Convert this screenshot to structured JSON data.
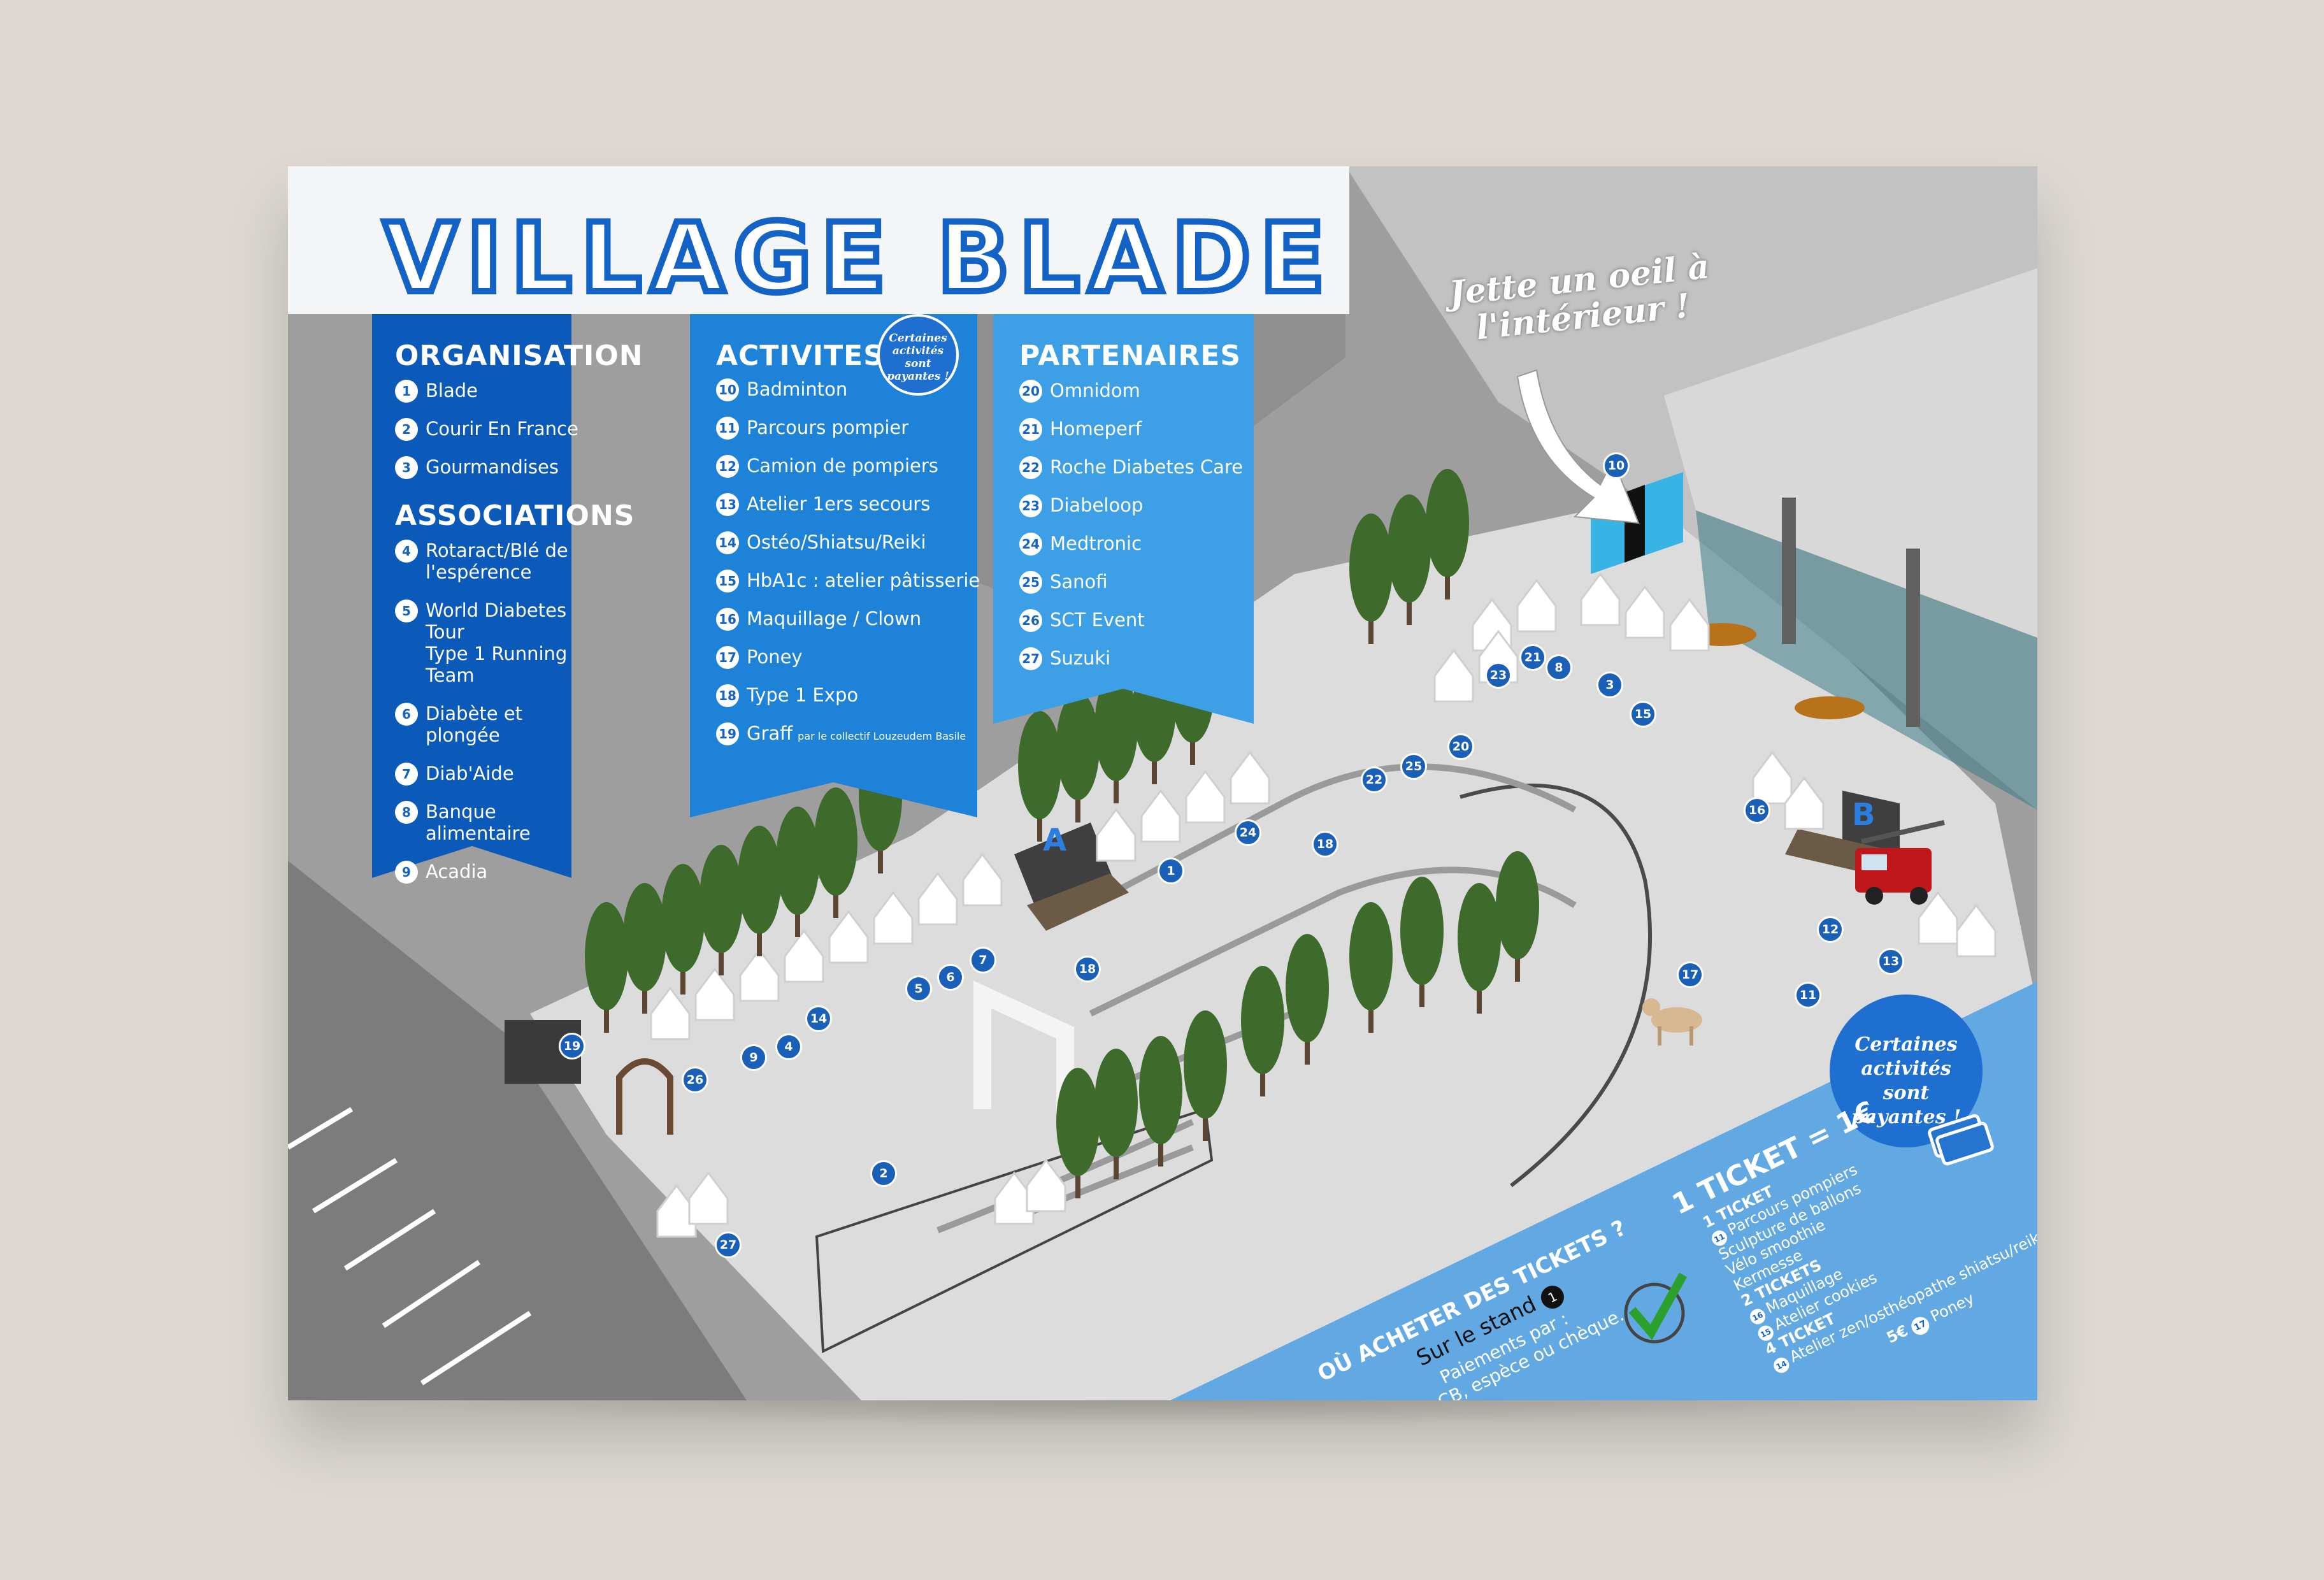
{
  "title": "VILLAGE BLADE",
  "tagline": "Jette un oeil à l'intérieur !",
  "organisation": {
    "heading": "ORGANISATION",
    "items": [
      {
        "n": "1",
        "label": "Blade"
      },
      {
        "n": "2",
        "label": "Courir En France"
      },
      {
        "n": "3",
        "label": "Gourmandises"
      }
    ]
  },
  "associations": {
    "heading": "ASSOCIATIONS",
    "items": [
      {
        "n": "4",
        "label": "Rotaract/Blé de l'espérence"
      },
      {
        "n": "5",
        "label": "World Diabetes Tour",
        "label2": "Type 1 Running Team"
      },
      {
        "n": "6",
        "label": "Diabète et plongée"
      },
      {
        "n": "7",
        "label": "Diab'Aide"
      },
      {
        "n": "8",
        "label": "Banque alimentaire"
      },
      {
        "n": "9",
        "label": "Acadia"
      }
    ]
  },
  "activites": {
    "heading": "ACTIVITES",
    "items": [
      {
        "n": "10",
        "label": "Badminton"
      },
      {
        "n": "11",
        "label": "Parcours pompier"
      },
      {
        "n": "12",
        "label": "Camion de pompiers"
      },
      {
        "n": "13",
        "label": "Atelier 1ers secours"
      },
      {
        "n": "14",
        "label": "Ostéo/Shiatsu/Reiki"
      },
      {
        "n": "15",
        "label": "HbA1c : atelier pâtisserie"
      },
      {
        "n": "16",
        "label": "Maquillage / Clown"
      },
      {
        "n": "17",
        "label": "Poney"
      },
      {
        "n": "18",
        "label": "Type 1 Expo"
      },
      {
        "n": "19",
        "label": "Graff",
        "small": "par le collectif Louzeudem Basile"
      }
    ]
  },
  "partenaires": {
    "heading": "PARTENAIRES",
    "items": [
      {
        "n": "20",
        "label": "Omnidom"
      },
      {
        "n": "21",
        "label": "Homeperf"
      },
      {
        "n": "22",
        "label": "Roche Diabetes Care"
      },
      {
        "n": "23",
        "label": "Diabeloop"
      },
      {
        "n": "24",
        "label": "Medtronic"
      },
      {
        "n": "25",
        "label": "Sanofi"
      },
      {
        "n": "26",
        "label": "SCT Event"
      },
      {
        "n": "27",
        "label": "Suzuki"
      }
    ]
  },
  "sticker_small": "Certaines activités sont payantes !",
  "sticker_big": "Certaines activités sont payantes !",
  "zones": {
    "a": "A",
    "b": "B"
  },
  "tickets": {
    "where": "OÙ ACHETER DES TICKETS ?",
    "stand": "Sur le stand",
    "stand_num": "1",
    "payment": "Paiements par :",
    "payment2": "CB, espèce ou chèque.",
    "price_title": "1 TICKET = 1€",
    "groups": [
      {
        "heading": "1 TICKET",
        "items": [
          {
            "n": "11",
            "label": "Parcours pompiers"
          },
          {
            "n": "",
            "label": "Sculpture de ballons"
          },
          {
            "n": "",
            "label": "Vélo smoothie"
          },
          {
            "n": "",
            "label": "Kermesse"
          }
        ]
      },
      {
        "heading": "2 TICKETS",
        "items": [
          {
            "n": "16",
            "label": "Maquillage"
          },
          {
            "n": "15",
            "label": "Atelier cookies"
          }
        ]
      },
      {
        "heading": "4 TICKET",
        "items": [
          {
            "n": "14",
            "label": "Atelier zen/osthéopathe shiatsu/reiki"
          }
        ]
      }
    ],
    "poney_price": "5€",
    "poney_num": "17",
    "poney_label": "Poney"
  },
  "map_pins": [
    "1",
    "2",
    "3",
    "4",
    "5",
    "6",
    "7",
    "8",
    "9",
    "10",
    "11",
    "12",
    "13",
    "14",
    "15",
    "16",
    "17",
    "18",
    "18",
    "19",
    "20",
    "21",
    "22",
    "23",
    "24",
    "25",
    "26",
    "27"
  ],
  "colors": {
    "dark_blue": "#0b59b8",
    "mid_blue": "#1e82d9",
    "light_blue": "#3d9fe6",
    "ticket_blue": "#62a9e3",
    "ground": "#d8d8d8",
    "asphalt": "#7b7b7b",
    "grass": "#3e6a2c"
  }
}
